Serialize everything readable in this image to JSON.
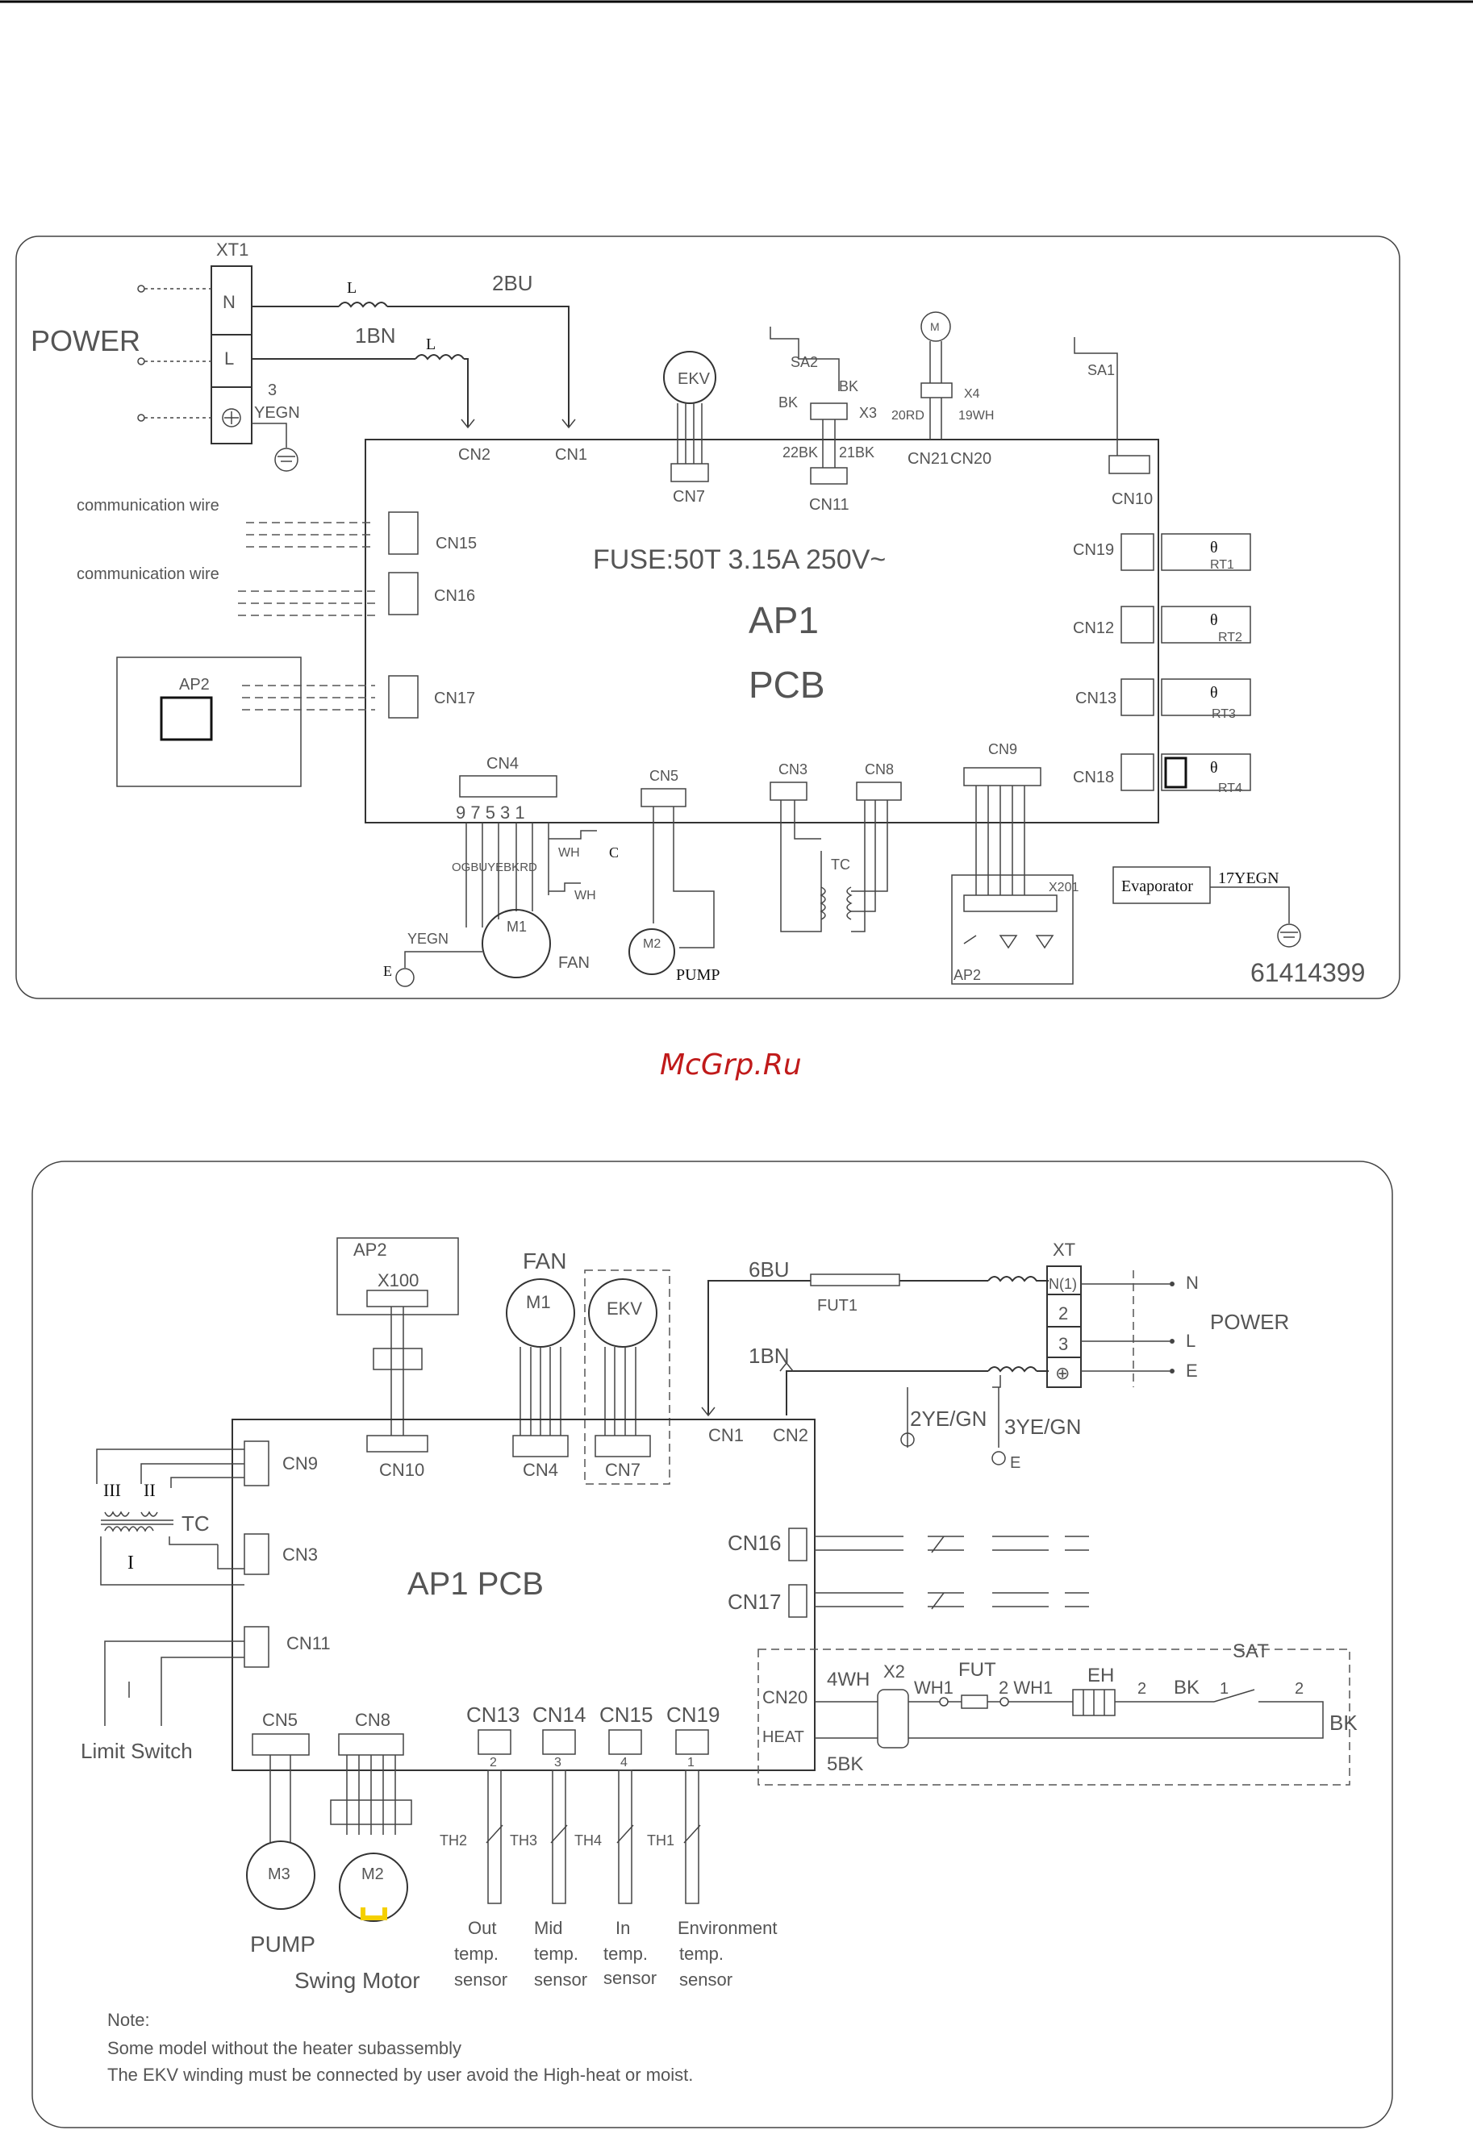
{
  "watermark": "McGrp.Ru",
  "diagram1": {
    "terminal_block": "XT1",
    "terminals": [
      "N",
      "L"
    ],
    "power_label": "POWER",
    "wire_2bu": "2BU",
    "wire_1bn": "1BN",
    "inductor_label": "L",
    "ground_wire": "3",
    "ground_color": "YEGN",
    "pcb_ap1": "AP1",
    "pcb_label": "PCB",
    "fuse": "FUSE:50T 3.15A 250V~",
    "connectors": {
      "cn1": "CN1",
      "cn2": "CN2",
      "cn3": "CN3",
      "cn4": "CN4",
      "cn5": "CN5",
      "cn7": "CN7",
      "cn8": "CN8",
      "cn9": "CN9",
      "cn10": "CN10",
      "cn11": "CN11",
      "cn12": "CN12",
      "cn13": "CN13",
      "cn15": "CN15",
      "cn16": "CN16",
      "cn17": "CN17",
      "cn18": "CN18",
      "cn19": "CN19",
      "cn20": "CN20",
      "cn21": "CN21"
    },
    "comm_wire_1": "communication wire",
    "comm_wire_2": "communication wire",
    "ap2": "AP2",
    "ekv": "EKV",
    "sa2": "SA2",
    "sa1": "SA1",
    "x3": "X3",
    "x4": "X4",
    "bk": "BK",
    "w22bk": "22BK",
    "w21bk": "21BK",
    "w20rd": "20RD",
    "w19wh": "19WH",
    "motor_m": "M",
    "rt1": "RT1",
    "rt2": "RT2",
    "rt3": "RT3",
    "rt4": "RT4",
    "theta": "θ",
    "cn4_pins": "9 7 5 3 1",
    "fan_wires": "OGBUYEBKRD",
    "wh": "WH",
    "cap": "C",
    "fan_motor": "M1",
    "fan_label": "FAN",
    "earth": "E",
    "pump_motor": "M2",
    "pump_label": "PUMP",
    "tc": "TC",
    "x201": "X201",
    "evaporator": "Evaporator",
    "evap_wire": "17YEGN",
    "drawing_no": "61414399"
  },
  "diagram2": {
    "ap2": "AP2",
    "x100": "X100",
    "fan_label": "FAN",
    "fan_motor": "M1",
    "ekv": "EKV",
    "wire_6bu": "6BU",
    "fut1": "FUT1",
    "xt": "XT",
    "terminals": [
      "N(1)",
      "2",
      "3",
      "⊕"
    ],
    "power_n": "N",
    "power_l": "L",
    "power_e": "E",
    "power_label": "POWER",
    "wire_1bn": "1BN",
    "wire_2yegn": "2YE/GN",
    "wire_3yegn": "3YE/GN",
    "earth": "E",
    "connectors": {
      "cn1": "CN1",
      "cn2": "CN2",
      "cn3": "CN3",
      "cn4": "CN4",
      "cn5": "CN5",
      "cn7": "CN7",
      "cn8": "CN8",
      "cn9": "CN9",
      "cn10": "CN10",
      "cn11": "CN11",
      "cn13": "CN13",
      "cn14": "CN14",
      "cn15": "CN15",
      "cn16": "CN16",
      "cn17": "CN17",
      "cn19": "CN19",
      "cn20": "CN20"
    },
    "pcb_label": "AP1 PCB",
    "tc": "TC",
    "tc_coils": [
      "III",
      "II",
      "I"
    ],
    "limit_switch": "Limit Switch",
    "pump_motor": "M3",
    "pump_label": "PUMP",
    "swing_motor": "M2",
    "swing_label": "Swing Motor",
    "sensors": [
      {
        "th": "TH2",
        "pin": "2",
        "desc": [
          "Out",
          "temp.",
          "sensor"
        ]
      },
      {
        "th": "TH3",
        "pin": "3",
        "desc": [
          "Mid",
          "temp.",
          "sensor"
        ]
      },
      {
        "th": "TH4",
        "pin": "4",
        "desc": [
          "In",
          "temp.",
          "sensor"
        ]
      },
      {
        "th": "TH1",
        "pin": "1",
        "desc": [
          "Environment",
          "temp.",
          "sensor"
        ]
      }
    ],
    "heat": "HEAT",
    "wire_4wh": "4WH",
    "wire_5bk": "5BK",
    "x2": "X2",
    "wh1": "WH1",
    "fut": "FUT",
    "wh2": "2 WH1",
    "eh": "EH",
    "eh_2": "2",
    "bk": "BK",
    "sat": "SAT",
    "sat_1": "1",
    "sat_2": "2",
    "bk_end": "BK",
    "note_title": "Note:",
    "note_1": "Some model without the heater subassembly",
    "note_2": "The EKV winding must be connected by user avoid the High-heat or moist."
  }
}
